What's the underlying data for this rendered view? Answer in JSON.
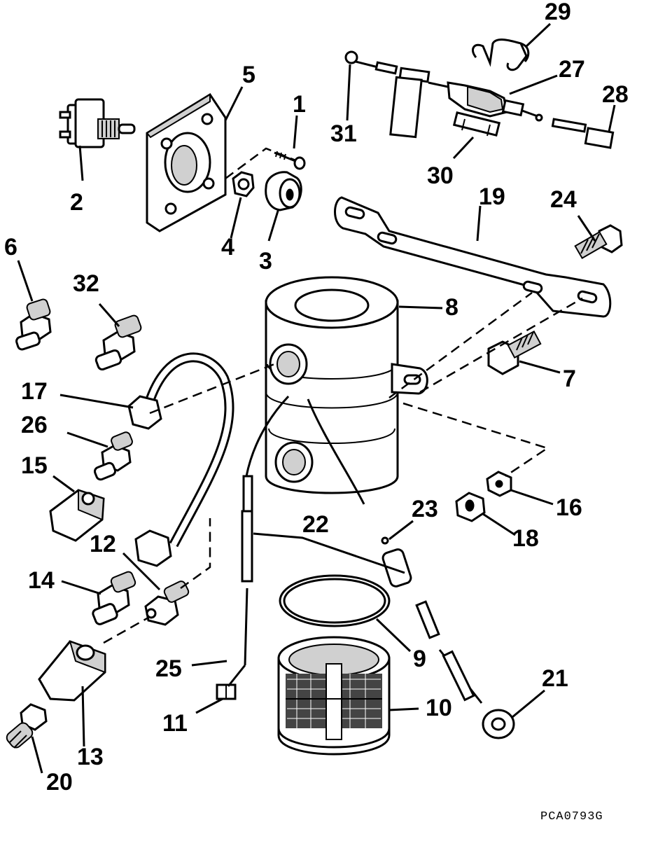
{
  "figure_code": "PCA0793G",
  "callouts": {
    "1": "1",
    "2": "2",
    "3": "3",
    "4": "4",
    "5": "5",
    "6": "6",
    "7": "7",
    "8": "8",
    "9": "9",
    "10": "10",
    "11": "11",
    "12": "12",
    "13": "13",
    "14": "14",
    "15": "15",
    "16": "16",
    "17": "17",
    "18": "18",
    "19": "19",
    "20": "20",
    "21": "21",
    "22": "22",
    "23": "23",
    "24": "24",
    "25": "25",
    "26": "26",
    "27": "27",
    "28": "28",
    "29": "29",
    "30": "30",
    "31": "31",
    "32": "32"
  }
}
